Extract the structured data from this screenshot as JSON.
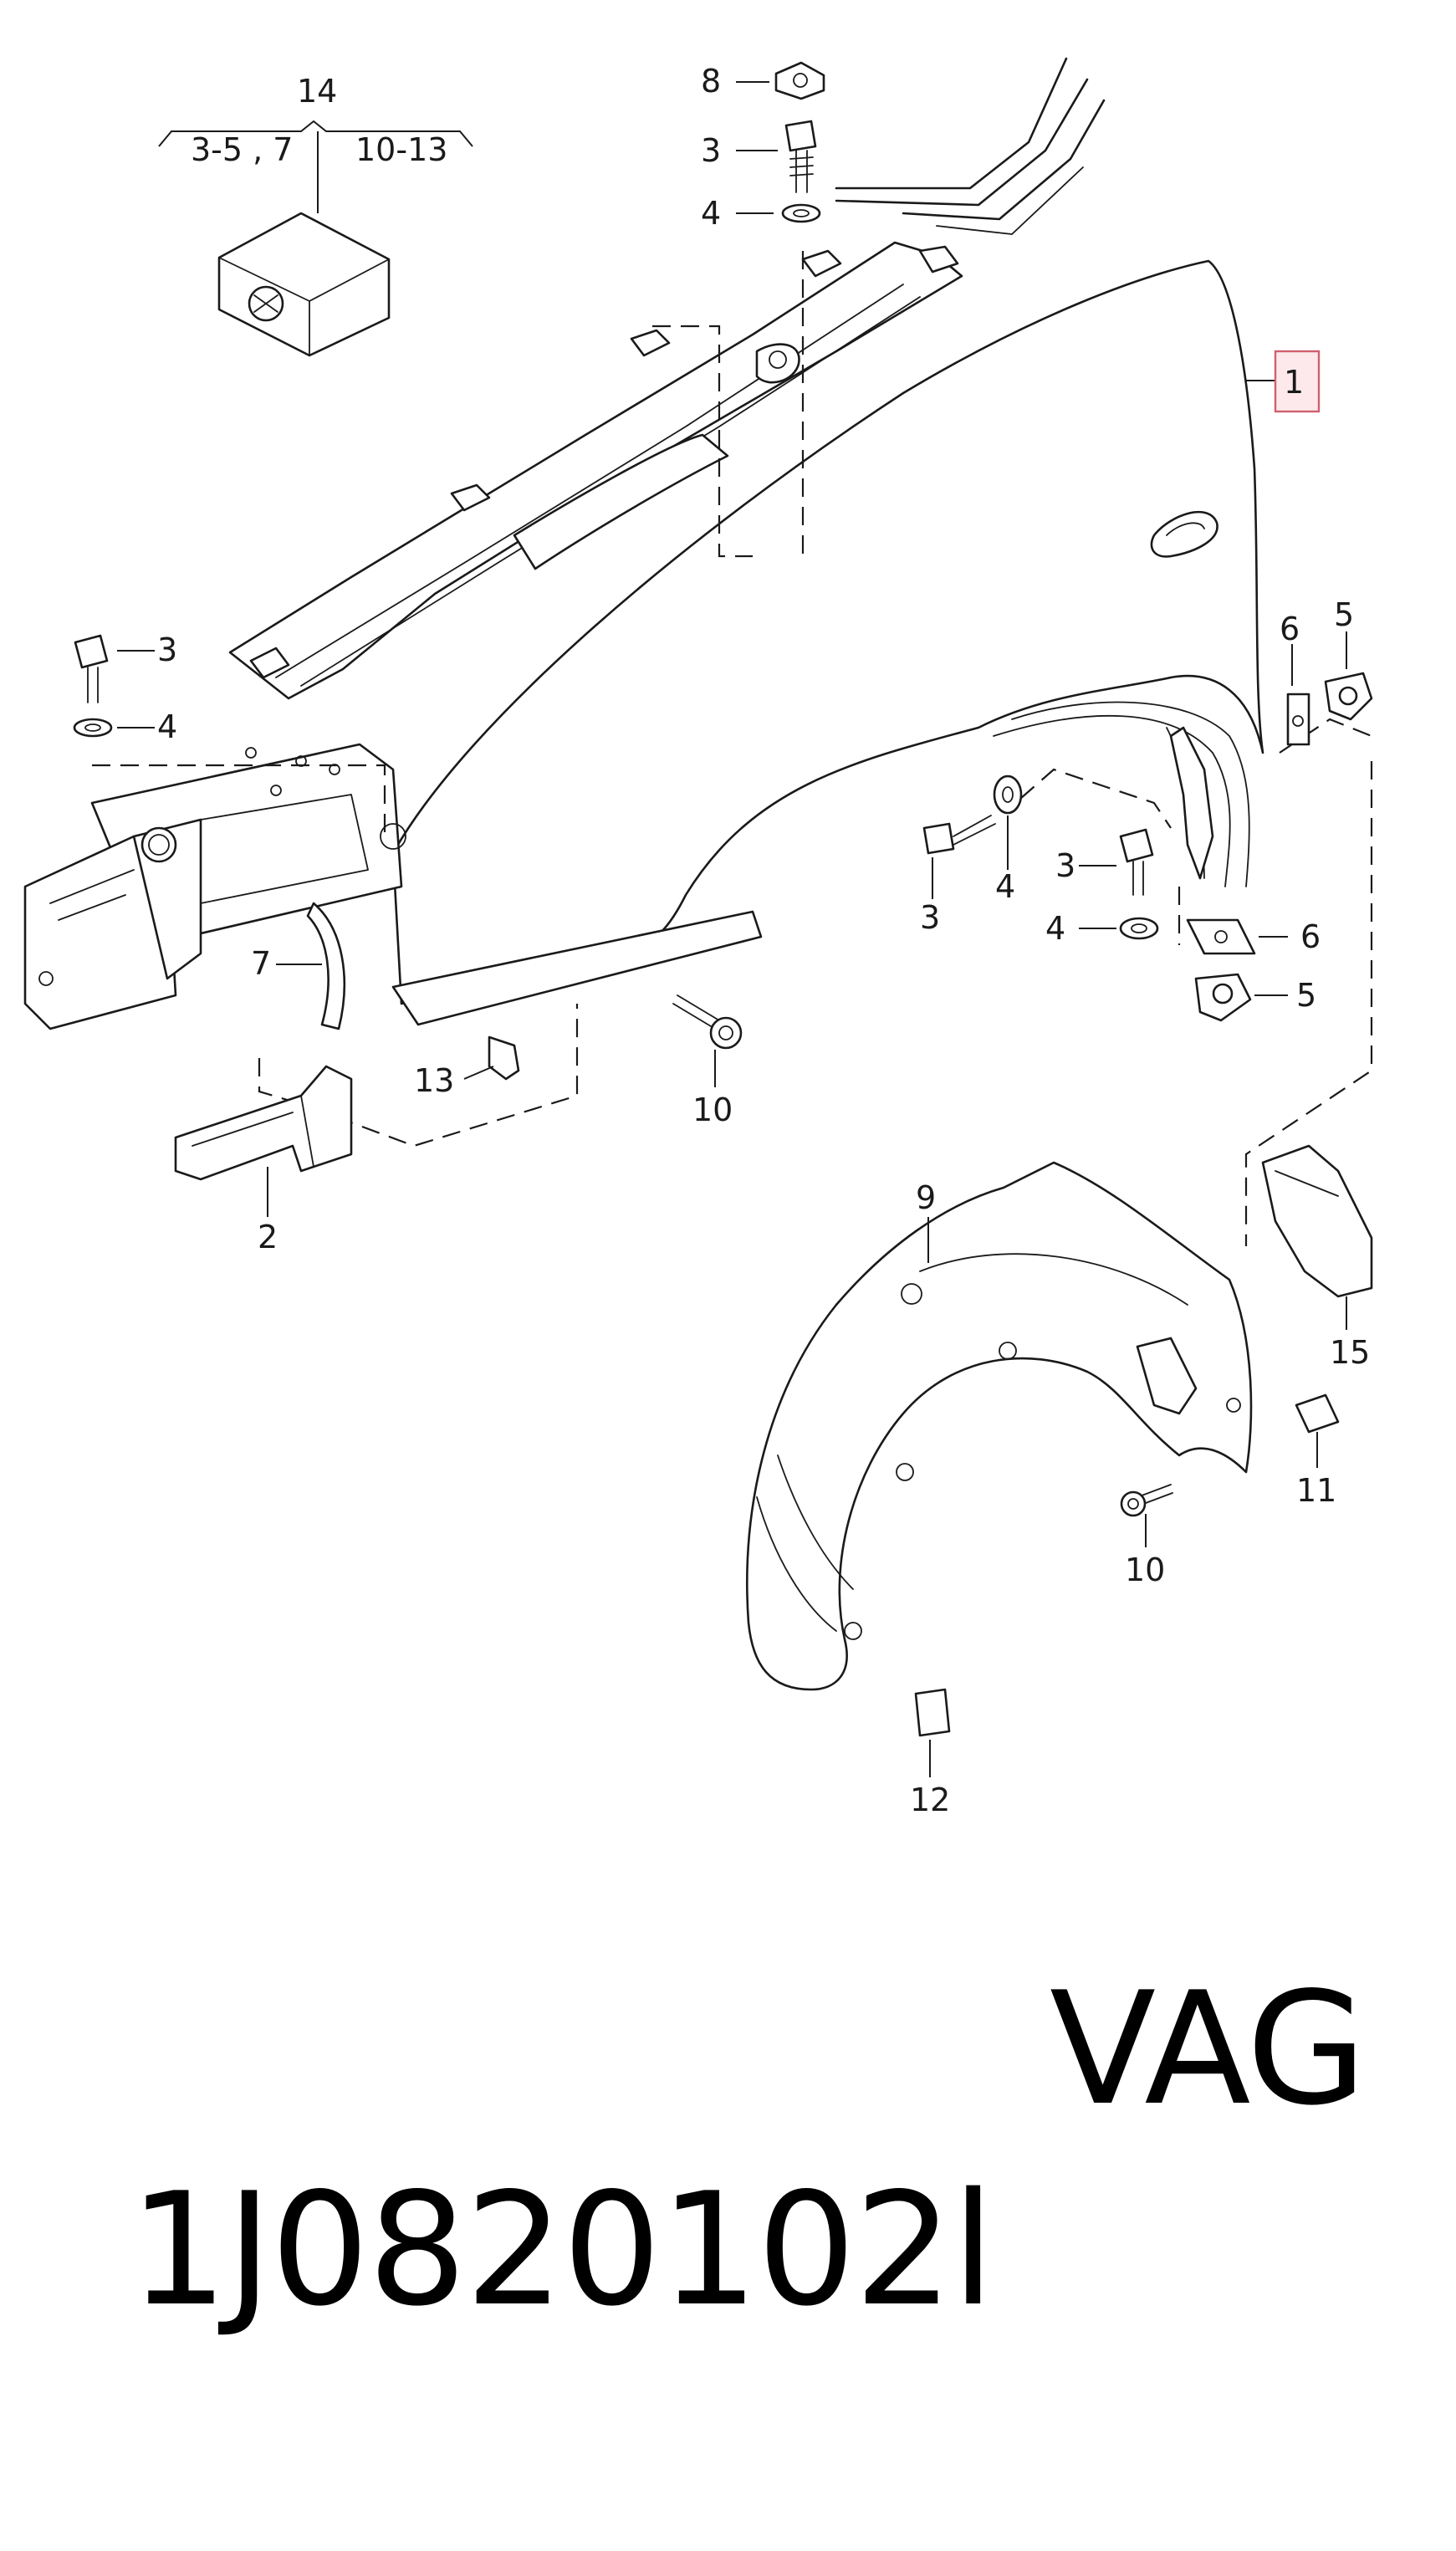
{
  "diagram": {
    "callouts": {
      "c1": "1",
      "c2": "2",
      "c3a": "3",
      "c3b": "3",
      "c3c": "3",
      "c3d": "3",
      "c4a": "4",
      "c4b": "4",
      "c4c": "4",
      "c4d": "4",
      "c5a": "5",
      "c5b": "5",
      "c6a": "6",
      "c6b": "6",
      "c7": "7",
      "c8": "8",
      "c9": "9",
      "c10a": "10",
      "c10b": "10",
      "c11": "11",
      "c12": "12",
      "c13": "13",
      "c14": "14",
      "c15": "15",
      "c14_left": "3-5 , 7",
      "c14_right": "10-13"
    },
    "highlighted_callout": "1",
    "highlight_color": "#d0606f"
  },
  "caption": {
    "part_number": "1J0820102l",
    "brand": "VAG"
  }
}
